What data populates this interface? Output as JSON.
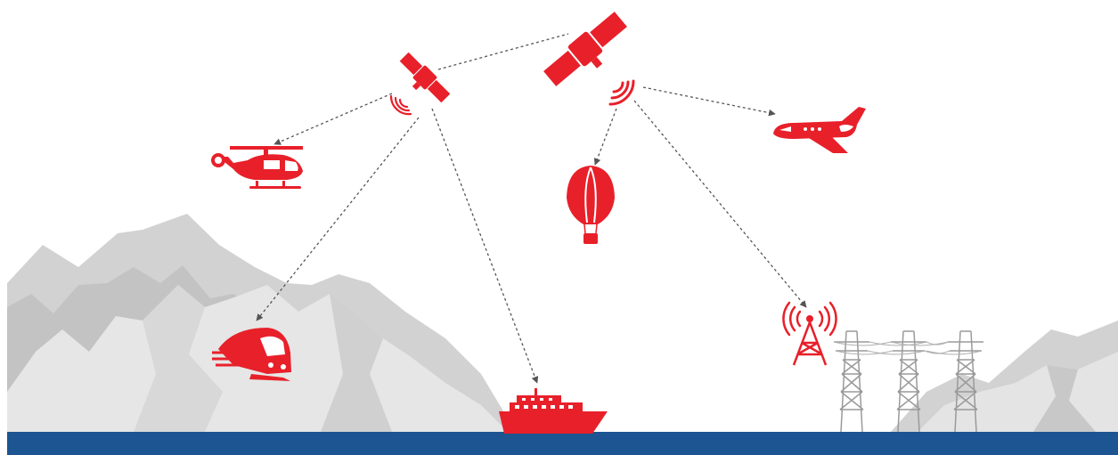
{
  "colors": {
    "accent_red": "#E8202A",
    "sea_blue": "#1C5591",
    "mountain_light": "#E4E4E4",
    "mountain_mid": "#D2D2D2",
    "mountain_dark": "#BDBDBD",
    "tower_gray": "#9A9A9A",
    "link_line": "#555555",
    "background": "#FFFFFF"
  },
  "icons": {
    "satellites": [
      "satellite-small-icon",
      "satellite-large-icon"
    ],
    "signals": [
      "signal-waves-small-icon",
      "signal-waves-large-icon",
      "radio-tower-icon"
    ],
    "vehicles": [
      "helicopter-icon",
      "airplane-icon",
      "hot-air-balloon-icon",
      "train-icon",
      "ship-icon"
    ],
    "infrastructure": [
      "power-pylon-icon"
    ]
  },
  "scene_elements": [
    "mountains",
    "sea",
    "satellite-links"
  ]
}
